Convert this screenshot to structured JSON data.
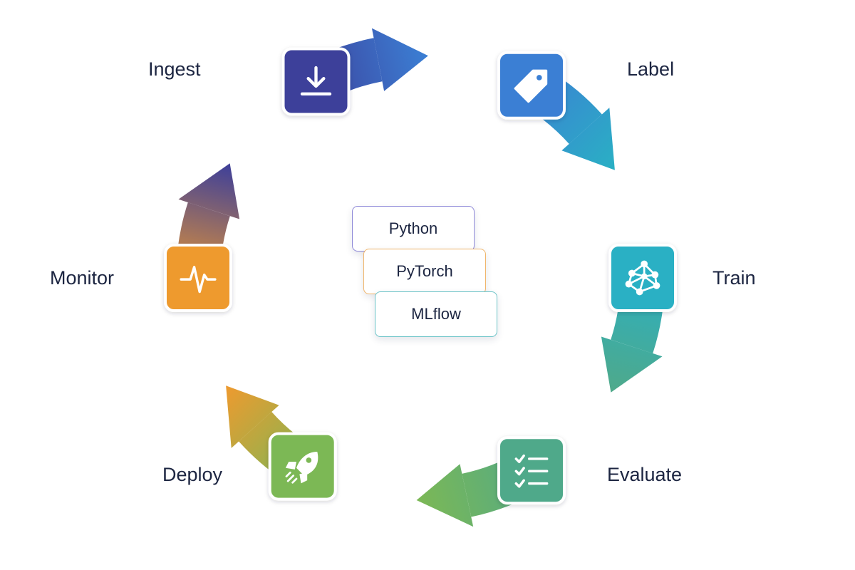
{
  "cycle": {
    "stages": [
      {
        "key": "ingest",
        "label": "Ingest",
        "icon": "download-icon",
        "color": "#3d3f9a"
      },
      {
        "key": "label",
        "label": "Label",
        "icon": "tag-icon",
        "color": "#3b7fd4"
      },
      {
        "key": "train",
        "label": "Train",
        "icon": "network-icon",
        "color": "#2ab0c4"
      },
      {
        "key": "evaluate",
        "label": "Evaluate",
        "icon": "checklist-icon",
        "color": "#4fa98a"
      },
      {
        "key": "deploy",
        "label": "Deploy",
        "icon": "rocket-icon",
        "color": "#7cb855"
      },
      {
        "key": "monitor",
        "label": "Monitor",
        "icon": "pulse-icon",
        "color": "#ee9a2f"
      }
    ]
  },
  "tools": [
    {
      "label": "Python",
      "border_color": "#8e88d8"
    },
    {
      "label": "PyTorch",
      "border_color": "#f0b56a"
    },
    {
      "label": "MLflow",
      "border_color": "#6cc4c8"
    }
  ]
}
